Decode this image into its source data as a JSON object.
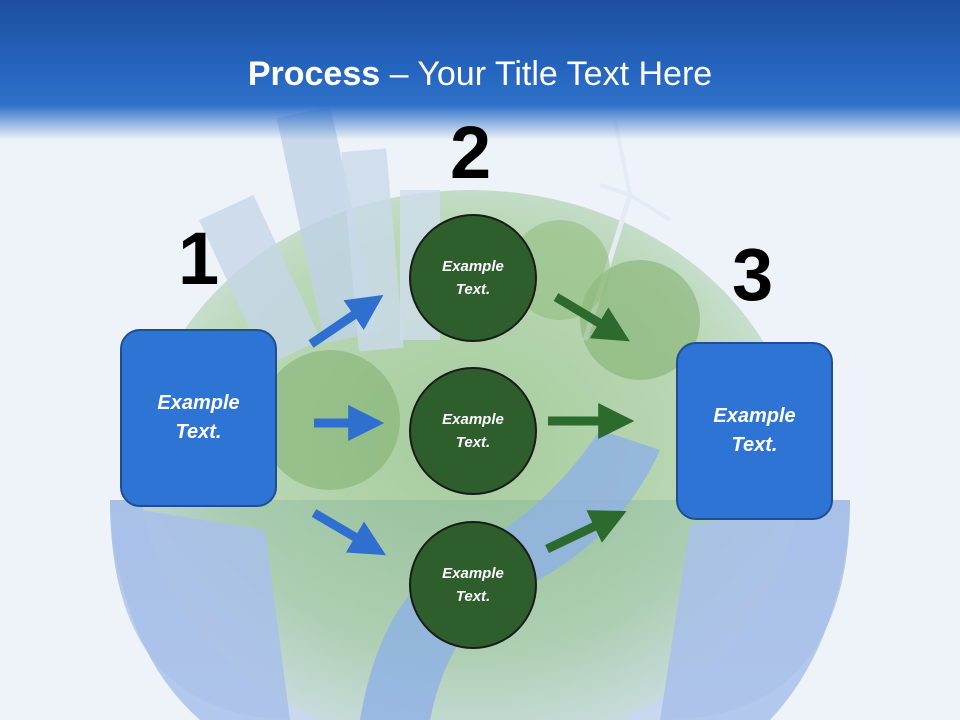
{
  "title": {
    "bold": "Process",
    "rest": " – Your Title Text Here"
  },
  "steps": {
    "one": "1",
    "two": "2",
    "three": "3"
  },
  "boxes": {
    "left": [
      "Example",
      "Text."
    ],
    "right": [
      "Example",
      "Text."
    ]
  },
  "circles": [
    [
      "Example",
      "Text."
    ],
    [
      "Example",
      "Text."
    ],
    [
      "Example",
      "Text."
    ]
  ],
  "colors": {
    "header": "#2565bf",
    "box": "#2e74d4",
    "circle": "#2d5e2c",
    "arrow_blue": "#2f6fd0",
    "arrow_green": "#2c6a2e"
  }
}
